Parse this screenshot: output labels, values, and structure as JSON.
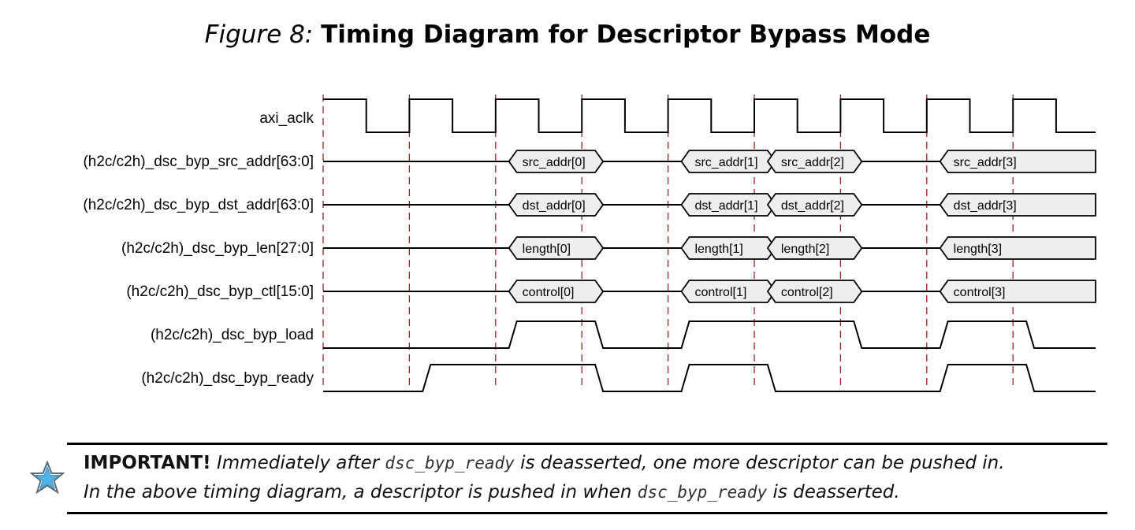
{
  "figure": {
    "lead": "Figure 8:",
    "title": "Timing Diagram for Descriptor Bypass Mode"
  },
  "signals": [
    {
      "name": "axi_aclk",
      "type": "clock"
    },
    {
      "name": "(h2c/c2h)_dsc_byp_src_addr[63:0]",
      "type": "bus",
      "values": [
        {
          "start": 2.2,
          "end": 3.2,
          "label": "src_addr[0]"
        },
        {
          "start": 4.2,
          "end": 5.2,
          "label": "src_addr[1]"
        },
        {
          "start": 5.2,
          "end": 6.2,
          "label": "src_addr[2]"
        },
        {
          "start": 7.2,
          "end": 9.0,
          "label": "src_addr[3]"
        }
      ]
    },
    {
      "name": "(h2c/c2h)_dsc_byp_dst_addr[63:0]",
      "type": "bus",
      "values": [
        {
          "start": 2.2,
          "end": 3.2,
          "label": "dst_addr[0]"
        },
        {
          "start": 4.2,
          "end": 5.2,
          "label": "dst_addr[1]"
        },
        {
          "start": 5.2,
          "end": 6.2,
          "label": "dst_addr[2]"
        },
        {
          "start": 7.2,
          "end": 9.0,
          "label": "dst_addr[3]"
        }
      ]
    },
    {
      "name": "(h2c/c2h)_dsc_byp_len[27:0]",
      "type": "bus",
      "values": [
        {
          "start": 2.2,
          "end": 3.2,
          "label": "length[0]"
        },
        {
          "start": 4.2,
          "end": 5.2,
          "label": "length[1]"
        },
        {
          "start": 5.2,
          "end": 6.2,
          "label": "length[2]"
        },
        {
          "start": 7.2,
          "end": 9.0,
          "label": "length[3]"
        }
      ]
    },
    {
      "name": "(h2c/c2h)_dsc_byp_ctl[15:0]",
      "type": "bus",
      "values": [
        {
          "start": 2.2,
          "end": 3.2,
          "label": "control[0]"
        },
        {
          "start": 4.2,
          "end": 5.2,
          "label": "control[1]"
        },
        {
          "start": 5.2,
          "end": 6.2,
          "label": "control[2]"
        },
        {
          "start": 7.2,
          "end": 9.0,
          "label": "control[3]"
        }
      ]
    },
    {
      "name": "(h2c/c2h)_dsc_byp_load",
      "type": "digital",
      "initial": 0,
      "transitions": [
        [
          2.2,
          1
        ],
        [
          3.2,
          0
        ],
        [
          4.2,
          1
        ],
        [
          6.2,
          0
        ],
        [
          7.2,
          1
        ],
        [
          8.2,
          0
        ]
      ]
    },
    {
      "name": "(h2c/c2h)_dsc_byp_ready",
      "type": "digital",
      "initial": 0,
      "transitions": [
        [
          1.2,
          1
        ],
        [
          3.2,
          0
        ],
        [
          4.2,
          1
        ],
        [
          5.2,
          0
        ],
        [
          7.2,
          1
        ],
        [
          8.2,
          0
        ]
      ]
    }
  ],
  "clock_cycles": 9,
  "note": {
    "label": "IMPORTANT!",
    "part1": "Immediately after",
    "code1": "dsc_byp_ready",
    "part2": "is deasserted, one more descriptor can be pushed in.",
    "part3": "In the above timing diagram, a descriptor is pushed in when",
    "code2": "dsc_byp_ready",
    "part4": "is deasserted.",
    "icon": "star-icon"
  },
  "colors": {
    "signal": "#000000",
    "guide": "#9b2020",
    "bus_fill": "#eeeeee",
    "star_fill": "#4fb3e8"
  }
}
